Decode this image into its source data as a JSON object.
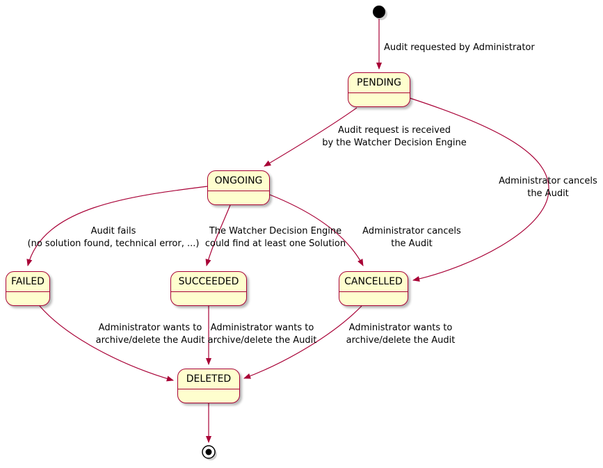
{
  "diagram": {
    "type": "state-diagram",
    "states": {
      "pending": "PENDING",
      "ongoing": "ONGOING",
      "failed": "FAILED",
      "succeeded": "SUCCEEDED",
      "cancelled": "CANCELLED",
      "deleted": "DELETED"
    },
    "edges": {
      "init_to_pending": {
        "lines": [
          "Audit requested by Administrator"
        ]
      },
      "pending_to_ongoing": {
        "lines": [
          "Audit request is received",
          "by the Watcher Decision Engine"
        ]
      },
      "ongoing_to_failed": {
        "lines": [
          "Audit fails",
          "(no solution found, technical error, ...)"
        ]
      },
      "ongoing_to_succeeded": {
        "lines": [
          "The Watcher Decision Engine",
          "could find at least one Solution"
        ]
      },
      "ongoing_to_cancelled": {
        "lines": [
          "Administrator cancels",
          "the Audit"
        ]
      },
      "pending_to_cancelled": {
        "lines": [
          "Administrator cancels",
          "the Audit"
        ]
      },
      "failed_to_deleted": {
        "lines": [
          "Administrator wants to",
          "archive/delete the Audit"
        ]
      },
      "succeeded_to_deleted": {
        "lines": [
          "Administrator wants to",
          "archive/delete the Audit"
        ]
      },
      "cancelled_to_deleted": {
        "lines": [
          "Administrator wants to",
          "archive/delete the Audit"
        ]
      }
    },
    "colors": {
      "state_fill": "#FEFECE",
      "state_border": "#A80036",
      "arrow": "#A80036",
      "text": "#000000",
      "background": "#FFFFFF"
    }
  }
}
